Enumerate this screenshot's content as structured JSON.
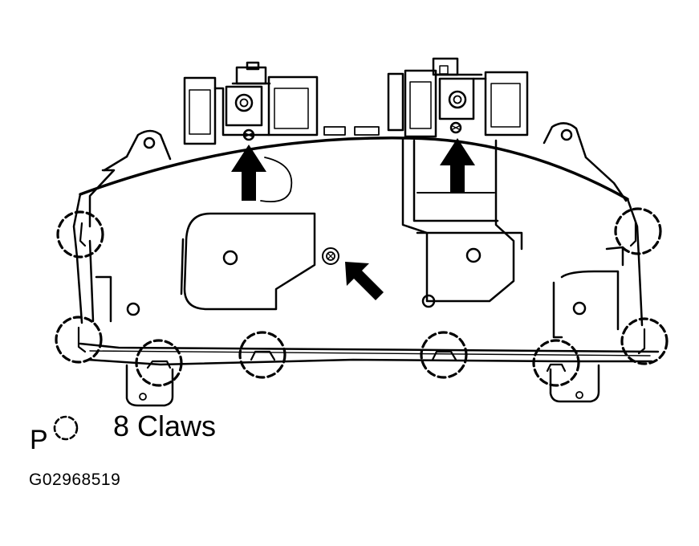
{
  "legend": {
    "symbol_letter": "P",
    "text": "8 Claws",
    "symbol_icon": "dashed-circle-icon"
  },
  "figure_id": "G02968519",
  "colors": {
    "ink": "#000000",
    "paper": "#ffffff"
  },
  "icons": {
    "claw_marker": "dashed-circle-icon",
    "removal_direction": "bold-arrow-icon",
    "screw": "screw-icon"
  },
  "claw_count": 8
}
